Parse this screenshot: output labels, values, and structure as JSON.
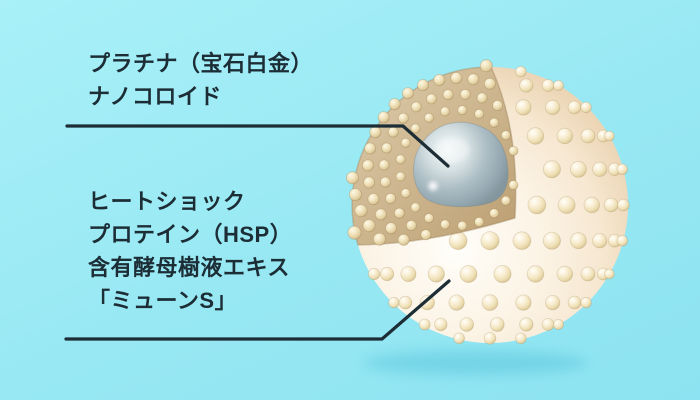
{
  "labels": {
    "platinum": {
      "lines": [
        "プラチナ（宝石白金）",
        "ナノコロイド"
      ]
    },
    "hsp": {
      "lines": [
        "ヒートショック",
        "プロテイン（HSP）",
        "含有酵母樹液エキス",
        "「ミューンS」"
      ]
    }
  },
  "colors": {
    "background_top": "#a9f0f8",
    "background_mid": "#97e8f3",
    "background_bottom": "#8de3f1",
    "text": "#1c2d36",
    "leader_line": "#1c2d36",
    "sphere_base": "#f9efdd",
    "sphere_edge": "#ecd5b5",
    "cutaway_face": "#cdb48c",
    "bump_cream": "#eedfb4",
    "bump_tan": "#e0cd9e",
    "core_silver": "#adbec5",
    "shadow": "#55c3d8"
  }
}
